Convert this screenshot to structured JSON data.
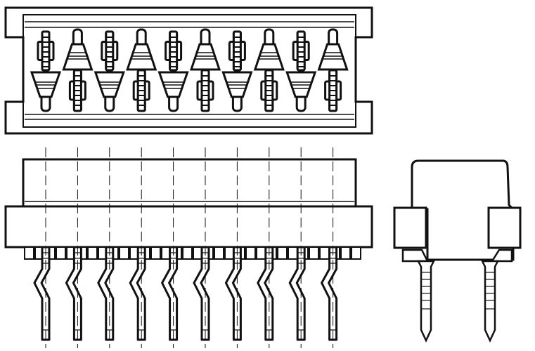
{
  "drawing": {
    "views": [
      "top-view",
      "front-view",
      "side-view"
    ],
    "pin_positions": 10,
    "line_color": "#111111",
    "background_color": "#ffffff"
  }
}
